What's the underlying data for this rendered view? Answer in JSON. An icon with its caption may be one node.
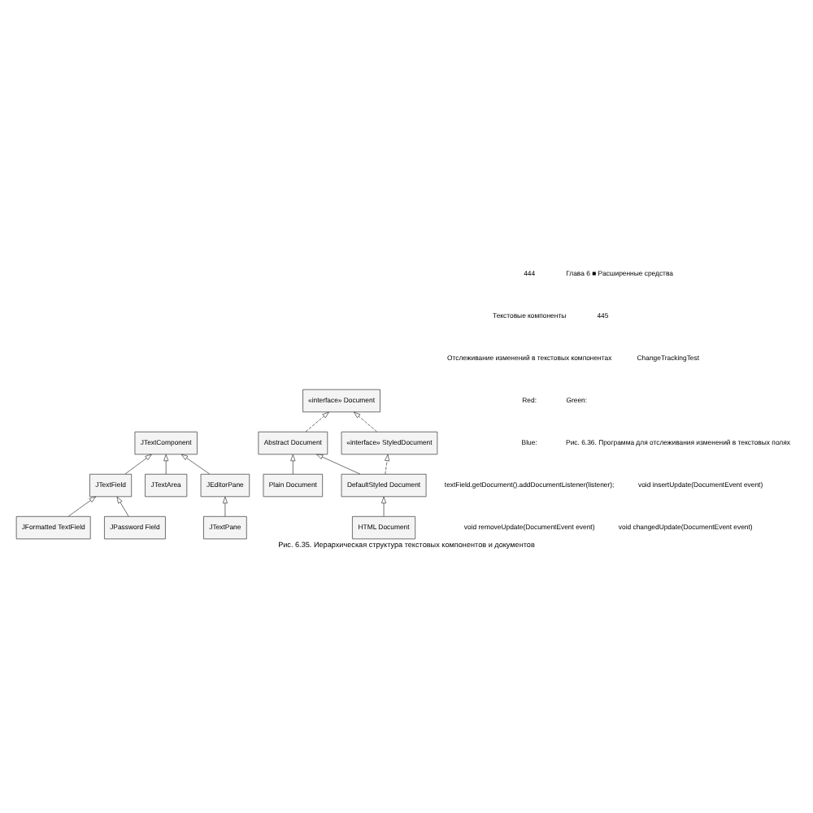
{
  "diagram": {
    "caption": "Рис. 6.35. Иерархическая структура текстовых компонентов и документов",
    "nodes": [
      {
        "text": [
          "JTextComponent"
        ]
      },
      {
        "text": [
          "JTextField"
        ]
      },
      {
        "text": [
          "JTextArea"
        ]
      },
      {
        "text": [
          "JEditorPane"
        ]
      },
      {
        "text": [
          "JFormatted TextField"
        ]
      },
      {
        "text": [
          "JPassword Field"
        ]
      },
      {
        "text": [
          "JTextPane"
        ]
      },
      {
        "text": [
          "«interface» Document"
        ]
      },
      {
        "text": [
          "Abstract Document"
        ]
      },
      {
        "text": [
          "«interface» StyledDocument"
        ]
      },
      {
        "text": [
          "Plain Document"
        ]
      },
      {
        "text": [
          "DefaultStyled Document"
        ]
      },
      {
        "text": [
          "HTML Document"
        ]
      }
    ],
    "edges": [
      {
        "from": 1,
        "to": 0,
        "arrow": "to"
      },
      {
        "from": 2,
        "to": 0,
        "arrow": "to"
      },
      {
        "from": 3,
        "to": 0,
        "arrow": "to"
      },
      {
        "from": 4,
        "to": 1,
        "arrow": "to"
      },
      {
        "from": 5,
        "to": 1,
        "arrow": "to"
      },
      {
        "from": 6,
        "to": 3,
        "arrow": "to"
      },
      {
        "from": 8,
        "to": 7,
        "arrow": "to",
        "style": "dashed"
      },
      {
        "from": 9,
        "to": 7,
        "arrow": "to",
        "style": "dashed"
      },
      {
        "from": 10,
        "to": 8,
        "arrow": "to"
      },
      {
        "from": 11,
        "to": 8,
        "arrow": "to"
      },
      {
        "from": 11,
        "to": 9,
        "arrow": "to",
        "style": "dashed"
      },
      {
        "from": 12,
        "to": 11,
        "arrow": "to"
      }
    ],
    "labels": [
      "444",
      "Глава 6 ■ Расширенные средства",
      "Текстовые компоненты",
      "445",
      "Отслеживание изменений в текстовых компонентах",
      "ChangeTrackingTest",
      "Red:",
      "Green:",
      "Blue:",
      "Рис. 6.36. Программа для отслеживания изменений в текстовых полях",
      "textField.getDocument().addDocumentListener(listener);",
      "void insertUpdate(DocumentEvent event)",
      "void removeUpdate(DocumentEvent event)",
      "void changedUpdate(DocumentEvent event)"
    ]
  }
}
